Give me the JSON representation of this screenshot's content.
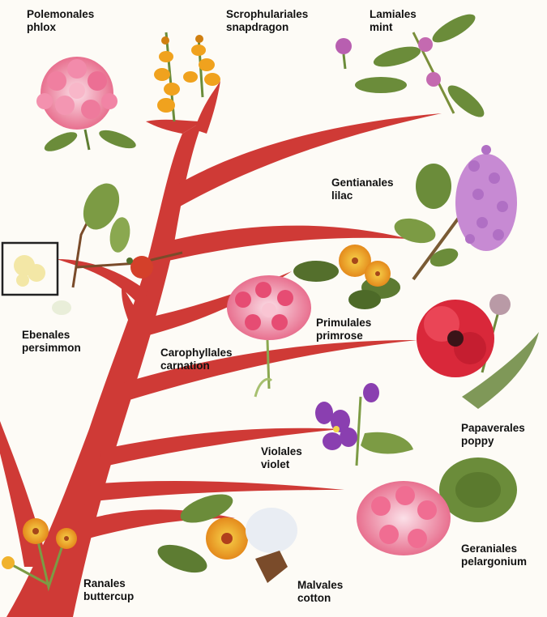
{
  "diagram": {
    "trunk_color": "#cf3a36",
    "groups": [
      {
        "id": "polemonales",
        "order": "Polemonales",
        "plant": "phlox"
      },
      {
        "id": "scrophulariales",
        "order": "Scrophulariales",
        "plant": "snapdragon"
      },
      {
        "id": "lamiales",
        "order": "Lamiales",
        "plant": "mint"
      },
      {
        "id": "gentianales",
        "order": "Gentianales",
        "plant": "lilac"
      },
      {
        "id": "ebenales",
        "order": "Ebenales",
        "plant": "persimmon"
      },
      {
        "id": "primulales",
        "order": "Primulales",
        "plant": "primrose"
      },
      {
        "id": "carophyllales",
        "order": "Carophyllales",
        "plant": "carnation"
      },
      {
        "id": "papaverales",
        "order": "Papaverales",
        "plant": "poppy"
      },
      {
        "id": "violales",
        "order": "Violales",
        "plant": "violet"
      },
      {
        "id": "geraniales",
        "order": "Geraniales",
        "plant": "pelargonium"
      },
      {
        "id": "ranales",
        "order": "Ranales",
        "plant": "buttercup"
      },
      {
        "id": "malvales",
        "order": "Malvales",
        "plant": "cotton"
      }
    ]
  }
}
